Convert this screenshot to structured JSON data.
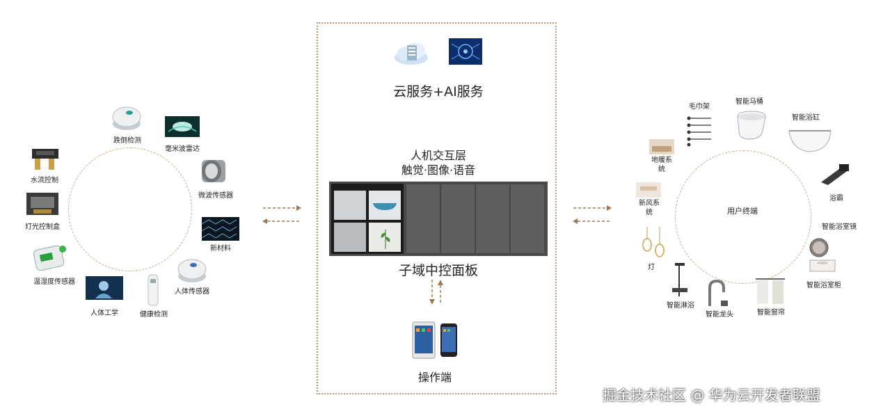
{
  "left_ring": {
    "items": [
      {
        "id": "fall-detection",
        "label": "跌倒检测"
      },
      {
        "id": "mmwave-radar",
        "label": "毫米波雷达"
      },
      {
        "id": "water-flow",
        "label": "水流控制"
      },
      {
        "id": "microwave-sensor",
        "label": "微波传感器"
      },
      {
        "id": "light-control-box",
        "label": "灯光控制盒"
      },
      {
        "id": "new-material",
        "label": "新材料"
      },
      {
        "id": "temp-humidity-sensor",
        "label": "温湿度传感器"
      },
      {
        "id": "human-sensor",
        "label": "人体传感器"
      },
      {
        "id": "ergonomics",
        "label": "人体工学"
      },
      {
        "id": "health-detection",
        "label": "健康检测"
      }
    ]
  },
  "center": {
    "cloud_title": "云服务+AI服务",
    "hmi_title_line1": "人机交互层",
    "hmi_title_line2": "触觉·图像·语音",
    "panel_title": "子域中控面板",
    "operator_title": "操作端"
  },
  "right_ring": {
    "center_label": "用户终端",
    "items": [
      {
        "id": "towel-rack",
        "label": "毛巾架"
      },
      {
        "id": "smart-toilet",
        "label": "智能马桶"
      },
      {
        "id": "smart-bathtub",
        "label": "智能浴缸"
      },
      {
        "id": "floor-heating",
        "label": "地暖系统"
      },
      {
        "id": "fresh-air",
        "label": "新风系统"
      },
      {
        "id": "bath-heater",
        "label": "浴霸"
      },
      {
        "id": "smart-mirror",
        "label": "智能浴室镜"
      },
      {
        "id": "lamp",
        "label": "灯"
      },
      {
        "id": "smart-cabinet",
        "label": "智能浴室柜"
      },
      {
        "id": "smart-shower",
        "label": "智能淋浴"
      },
      {
        "id": "smart-faucet",
        "label": "智能龙头"
      },
      {
        "id": "smart-curtain",
        "label": "智能窗帘"
      }
    ]
  },
  "watermark": "掘金技术社区 @ 华为云开发者联盟",
  "colors": {
    "arrow": "#a07850",
    "ring": "#c9a98a",
    "box_border": "#b89878"
  }
}
